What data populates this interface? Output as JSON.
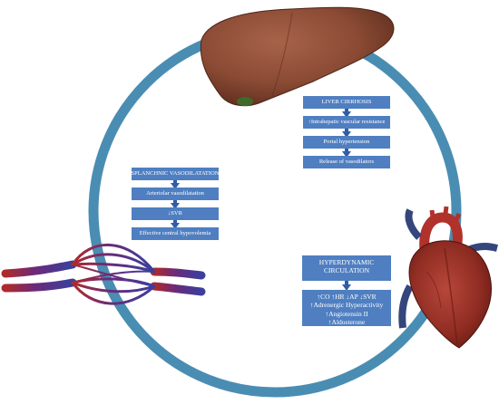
{
  "colors": {
    "ring": "#4a8db3",
    "box": "#4f7fc1",
    "arrow": "#2f5da8",
    "liver": "#8a4a33",
    "heart": "#8f2c22",
    "vessel_red": "#b02a2a",
    "vessel_blue": "#3a3f9e",
    "vessel_purple": "#6a2a7a"
  },
  "icons": {
    "liver": "liver-illustration",
    "heart": "heart-illustration",
    "vessels": "splanchnic-vessels-illustration"
  },
  "liver_panel": {
    "title": "LIVER CIRRHOSIS",
    "steps": [
      "↑Intrahepatic vascular resistance",
      "Portal hypertension",
      "Release of vasodilators"
    ]
  },
  "splanchnic_panel": {
    "title": "SPLANCHNIC VASODILATATION",
    "steps": [
      "Arteriolar vasodilatation",
      "↓SVR",
      "Effective central hypovolemia"
    ]
  },
  "circulation_panel": {
    "title_line1": "HYPERDYNAMIC",
    "title_line2": "CIRCULATION",
    "effects": [
      "↑CO  ↑HR  ↓AP  ↓SVR",
      "↑Adrenergic Hyperactivity",
      "↑Angiotensin II",
      "↑Aldosterone"
    ]
  }
}
